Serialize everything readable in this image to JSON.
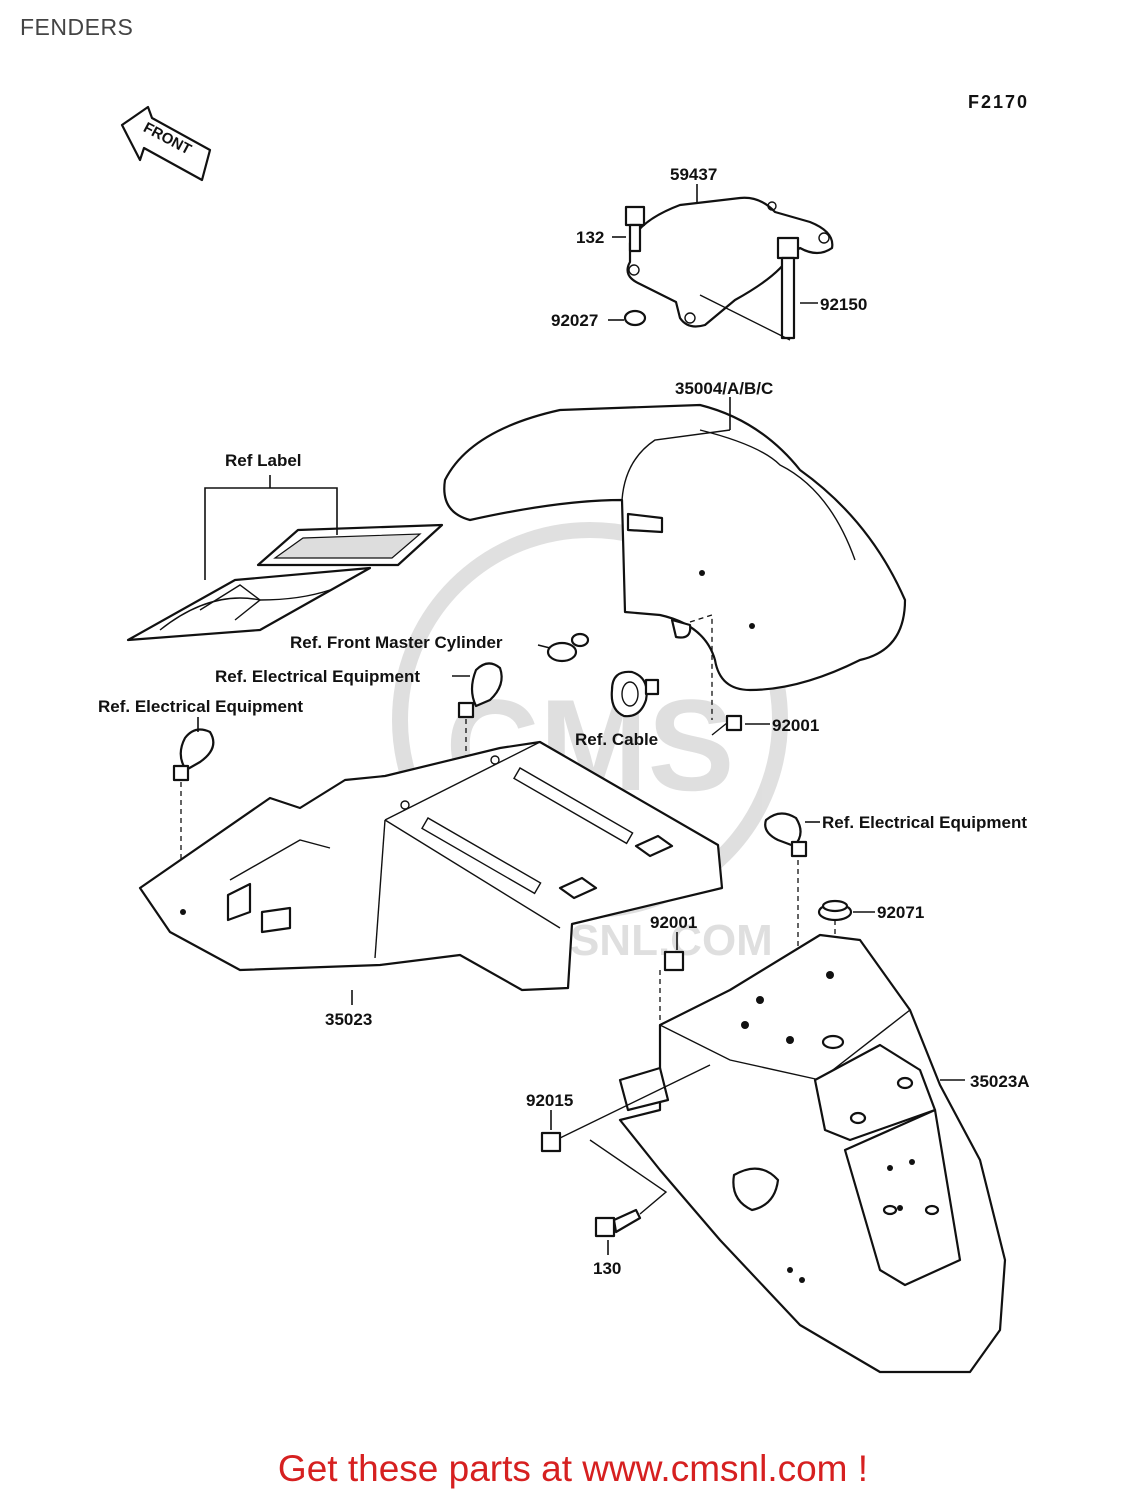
{
  "page": {
    "title": "FENDERS"
  },
  "diagram": {
    "ref_code": "F2170",
    "front_arrow": "FRONT",
    "watermark": "WWW.CMSNL.COM",
    "labels": {
      "p59437": "59437",
      "p132": "132",
      "p92027": "92027",
      "p92150": "92150",
      "p35004": "35004/A/B/C",
      "ref_label": "Ref Label",
      "ref_front_master": "Ref. Front Master Cylinder",
      "ref_elec_1": "Ref. Electrical Equipment",
      "ref_elec_2": "Ref. Electrical Equipment",
      "ref_elec_3": "Ref. Electrical Equipment",
      "ref_cable": "Ref. Cable",
      "p92001_a": "92001",
      "p92001_b": "92001",
      "p92071": "92071",
      "p35023": "35023",
      "p35023A": "35023A",
      "p92015": "92015",
      "p130": "130"
    }
  },
  "footer": {
    "text": "Get these parts at www.cmsnl.com !",
    "color": "#d62020"
  }
}
